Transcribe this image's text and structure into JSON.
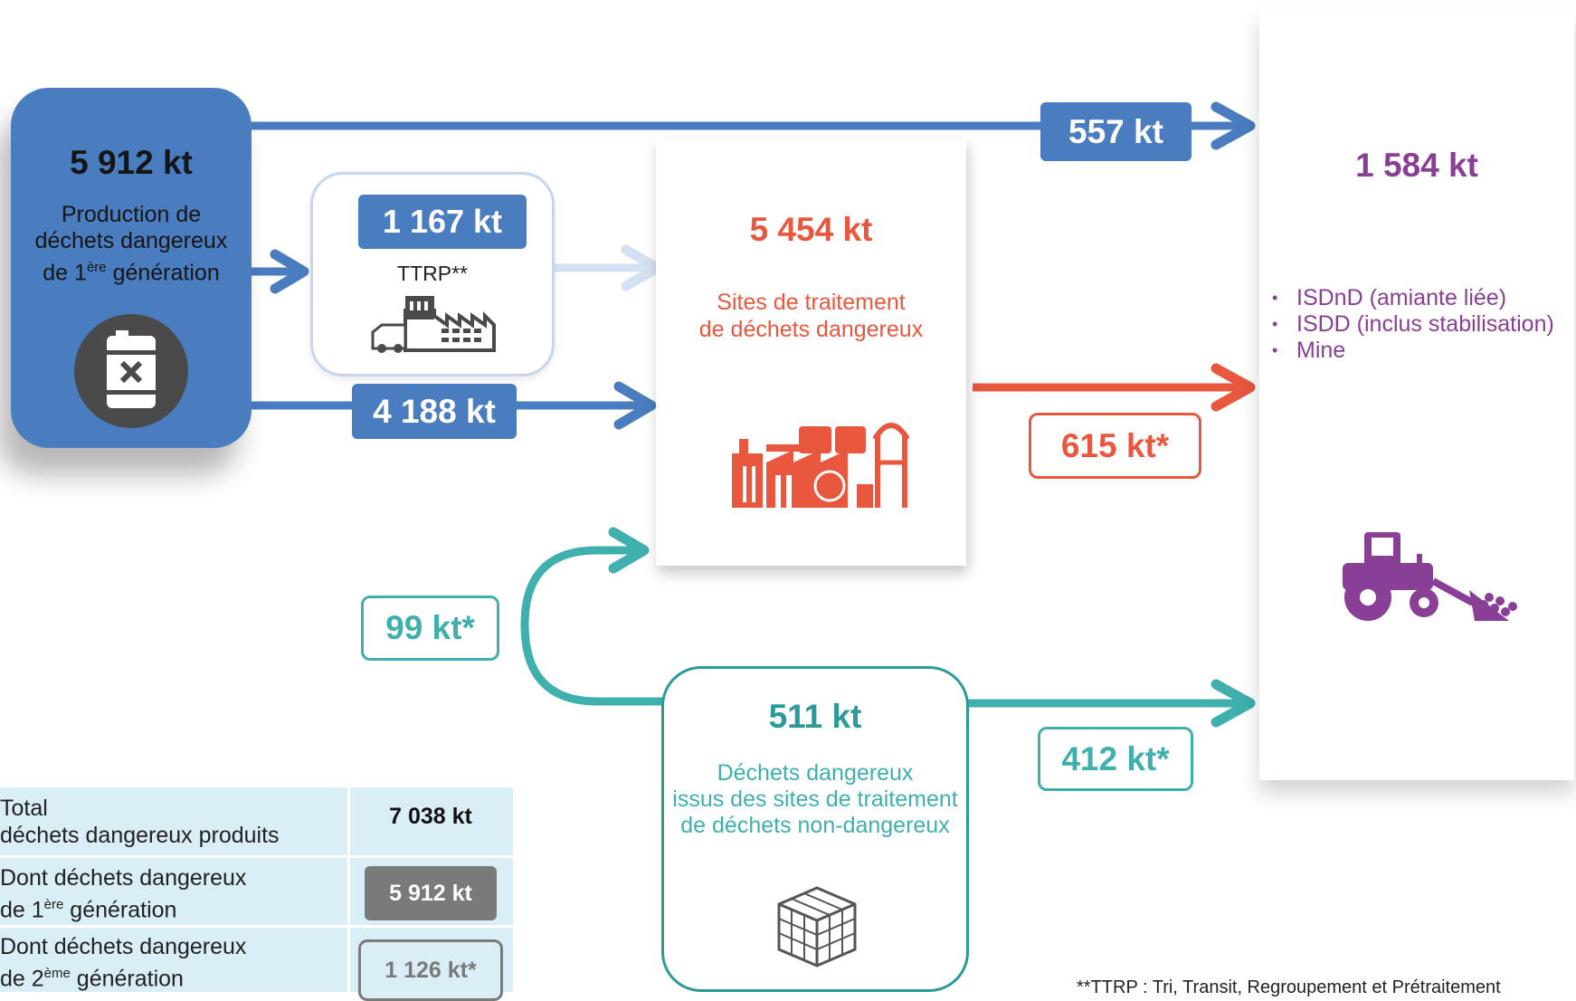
{
  "production": {
    "amount": "5 912 kt",
    "description_lines": [
      "Production de",
      "déchets dangereux",
      "de 1",
      "ère",
      " génération"
    ]
  },
  "ttrp": {
    "amount": "1 167 kt",
    "label": "TTRP**"
  },
  "treatment": {
    "amount": "5 454 kt",
    "description_lines": [
      "Sites de traitement",
      "de déchets dangereux"
    ]
  },
  "storage": {
    "amount": "1 584 kt",
    "items": [
      "ISDnD (amiante liée)",
      "ISDD (inclus stabilisation)",
      "Mine"
    ]
  },
  "second_generation": {
    "amount": "511 kt",
    "description_lines": [
      "Déchets dangereux",
      "issus des sites de traitement",
      "de déchets non-dangereux"
    ]
  },
  "flows": {
    "direct_to_storage": "557 kt",
    "production_to_treatment": "4 188 kt",
    "treatment_to_storage": "615 kt*",
    "second_gen_to_treatment": "99 kt*",
    "second_gen_to_storage": "412 kt*"
  },
  "summary_table": {
    "total_label_lines": [
      "Total",
      "déchets dangereux produits"
    ],
    "total_value": "7 038 kt",
    "first_gen_label_lines": [
      "Dont déchets dangereux",
      "de 1",
      "ère",
      " génération"
    ],
    "first_gen_value": "5 912 kt",
    "second_gen_label_lines": [
      "Dont  déchets dangereux",
      "de 2",
      "ème",
      " génération"
    ],
    "second_gen_value": "1 126 kt*"
  },
  "footnote": "**TTRP : Tri, Transit, Regroupement et Prétraitement",
  "colors": {
    "production_blue": "#4a7cc0",
    "treatment_red": "#e8573e",
    "storage_purple": "#8a3f96",
    "second_gen_teal": "#3fb0ae",
    "ttrp_light_blue": "#d4e1f3",
    "table_bg": "#daeef6"
  },
  "icons": {
    "production": "hazard-barrel-icon",
    "ttrp": "warehouse-truck-icon",
    "treatment": "industrial-plant-icon",
    "storage": "bulldozer-icon",
    "second_generation": "waste-bale-icon"
  }
}
